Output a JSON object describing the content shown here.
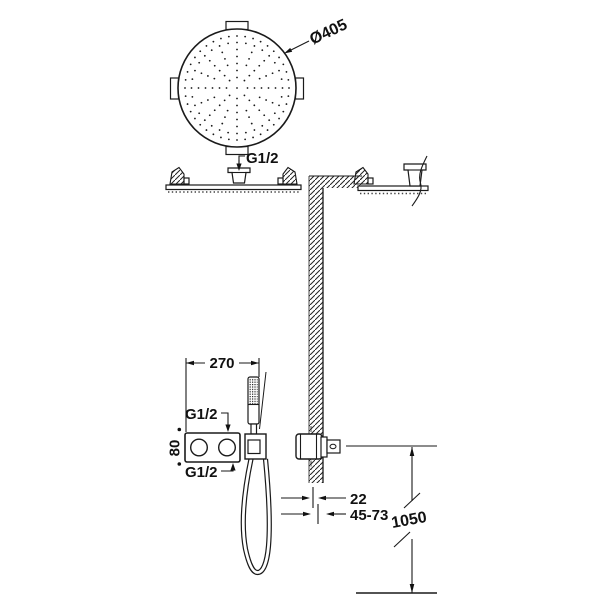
{
  "diagram": {
    "type": "shower-installation-technical-drawing",
    "labels": {
      "head_diameter": "Ø405",
      "ceiling_connection": "G1/2",
      "mixer_width": "270",
      "mixer_top_connection": "G1/2",
      "mixer_height": "80",
      "mixer_bottom_connection": "G1/2",
      "outlet_protrusion": "22",
      "recess_depth_range": "45-73",
      "outlet_height": "1050"
    },
    "colors": {
      "line": "#1a1a1a",
      "background": "#ffffff"
    }
  }
}
